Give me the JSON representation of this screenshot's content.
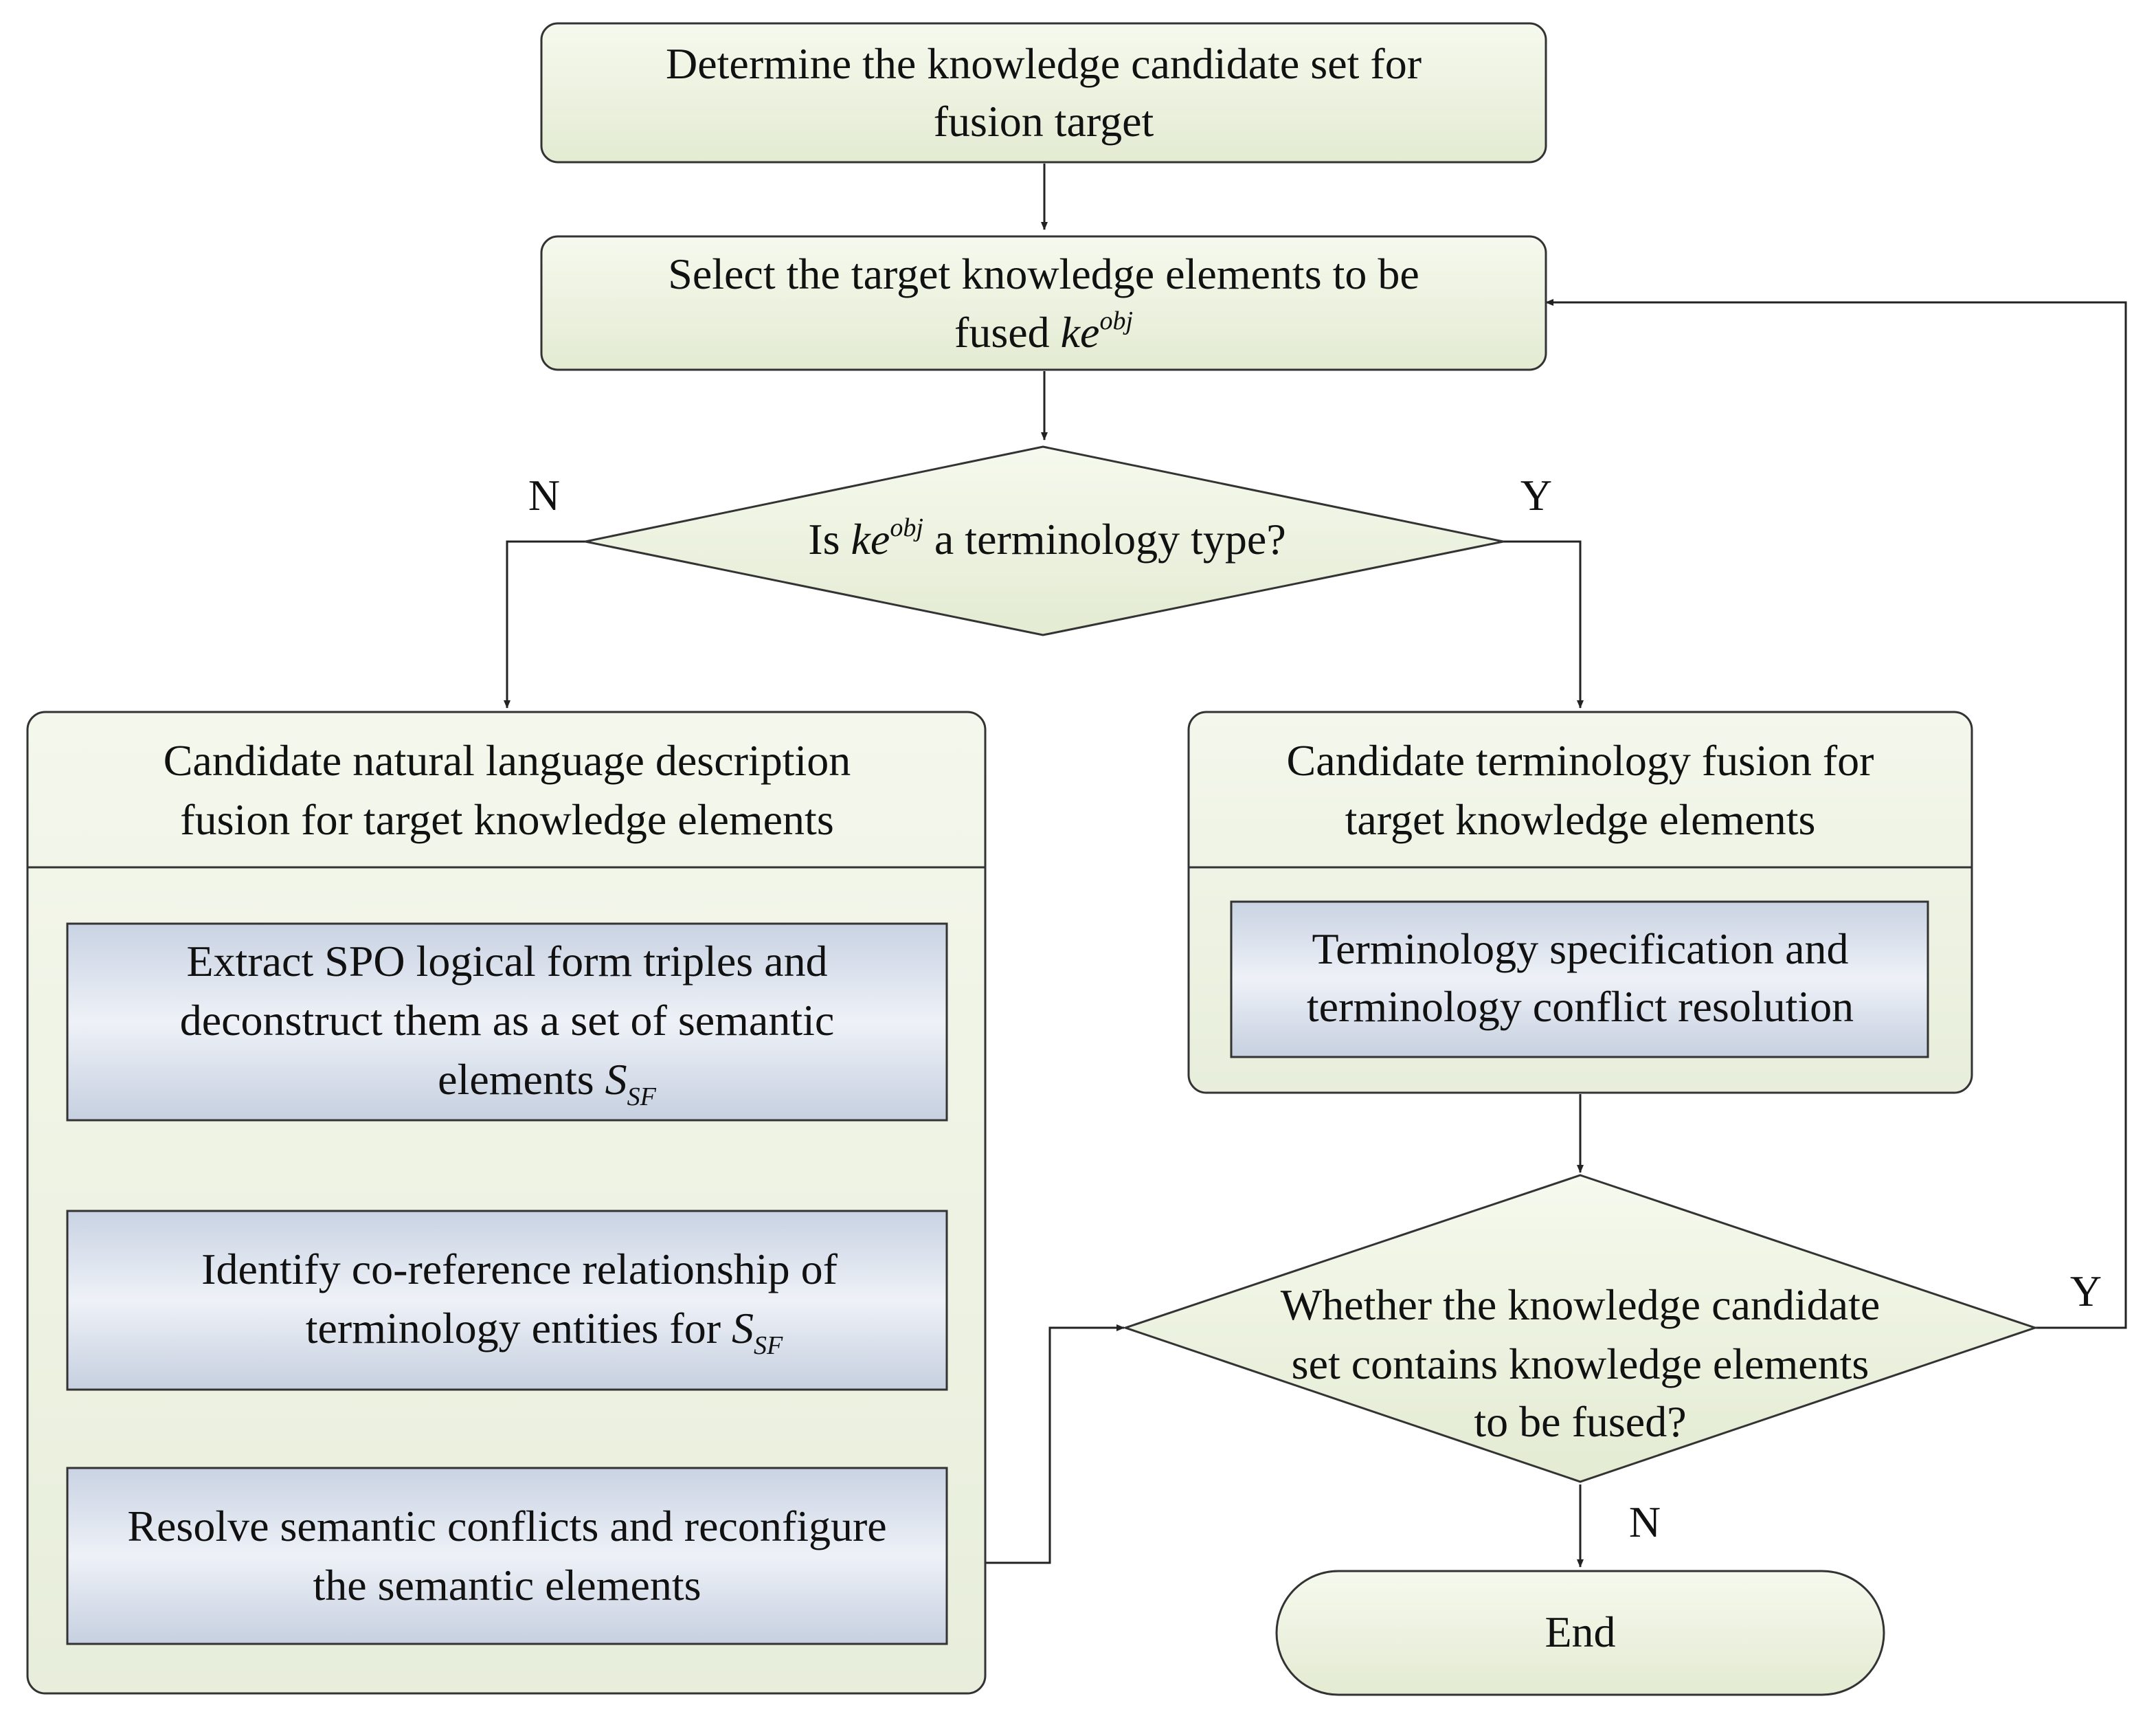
{
  "nodes": {
    "determine": {
      "line1": "Determine the knowledge candidate set for",
      "line2": "fusion target"
    },
    "select": {
      "line1": "Select the target knowledge elements to be",
      "line2_prefix": "fused ",
      "symbol_base": "ke",
      "symbol_sup": "obj"
    },
    "decision_terminology": {
      "prefix": "Is ",
      "symbol_base": "ke",
      "symbol_sup": "obj",
      "suffix": " a terminology type?"
    },
    "nl_fusion": {
      "title_line1": "Candidate natural language description",
      "title_line2": "fusion for target knowledge elements",
      "steps": [
        {
          "line1": "Extract SPO logical form triples and",
          "line2": "deconstruct them as a set of semantic",
          "line3_prefix": "elements ",
          "symbol_base": "S",
          "symbol_sub": "SF"
        },
        {
          "line1": "Identify co-reference relationship of",
          "line2_prefix": "terminology entities for ",
          "symbol_base": "S",
          "symbol_sub": "SF"
        },
        {
          "line1": "Resolve semantic conflicts and reconfigure",
          "line2": "the semantic elements"
        }
      ]
    },
    "term_fusion": {
      "title_line1": "Candidate terminology fusion for",
      "title_line2": "target knowledge elements",
      "step_line1": "Terminology specification and",
      "step_line2": "terminology conflict resolution"
    },
    "decision_remaining": {
      "line1": "Whether the knowledge candidate",
      "line2": "set contains knowledge elements",
      "line3": "to be fused?"
    },
    "end": {
      "label": "End"
    }
  },
  "edge_labels": {
    "terminology_no": "N",
    "terminology_yes": "Y",
    "remaining_yes": "Y",
    "remaining_no": "N"
  }
}
